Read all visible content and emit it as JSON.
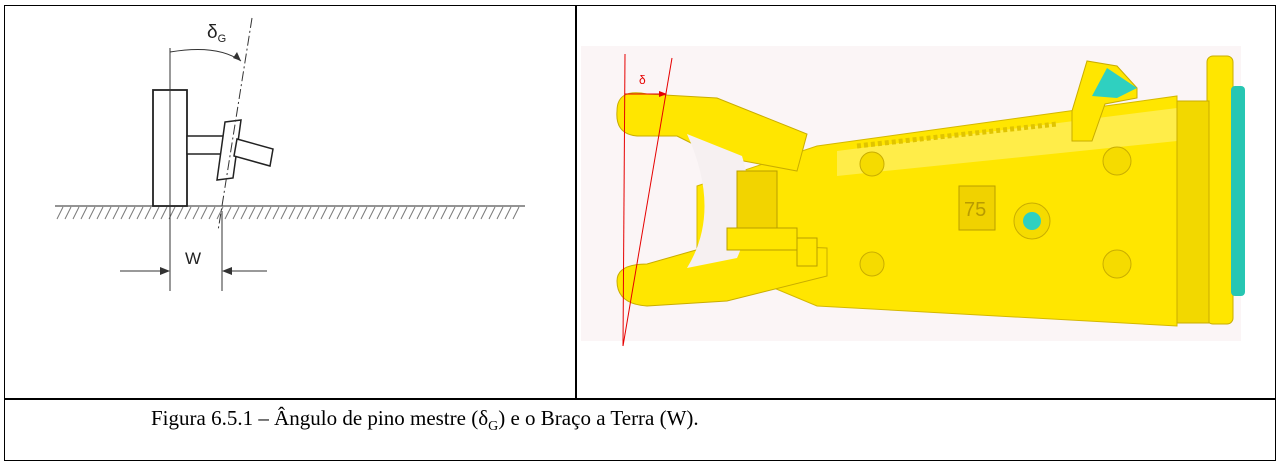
{
  "left_diagram": {
    "angle_label": "δ",
    "angle_subscript": "G",
    "width_label": "W"
  },
  "right_render": {
    "angle_label": "δ",
    "part_marking": "75"
  },
  "caption": {
    "prefix": "Figura 6.5.1 – Ângulo de pino mestre (δ",
    "subscript": "G",
    "suffix": ") e o Braço a Terra (W)."
  }
}
